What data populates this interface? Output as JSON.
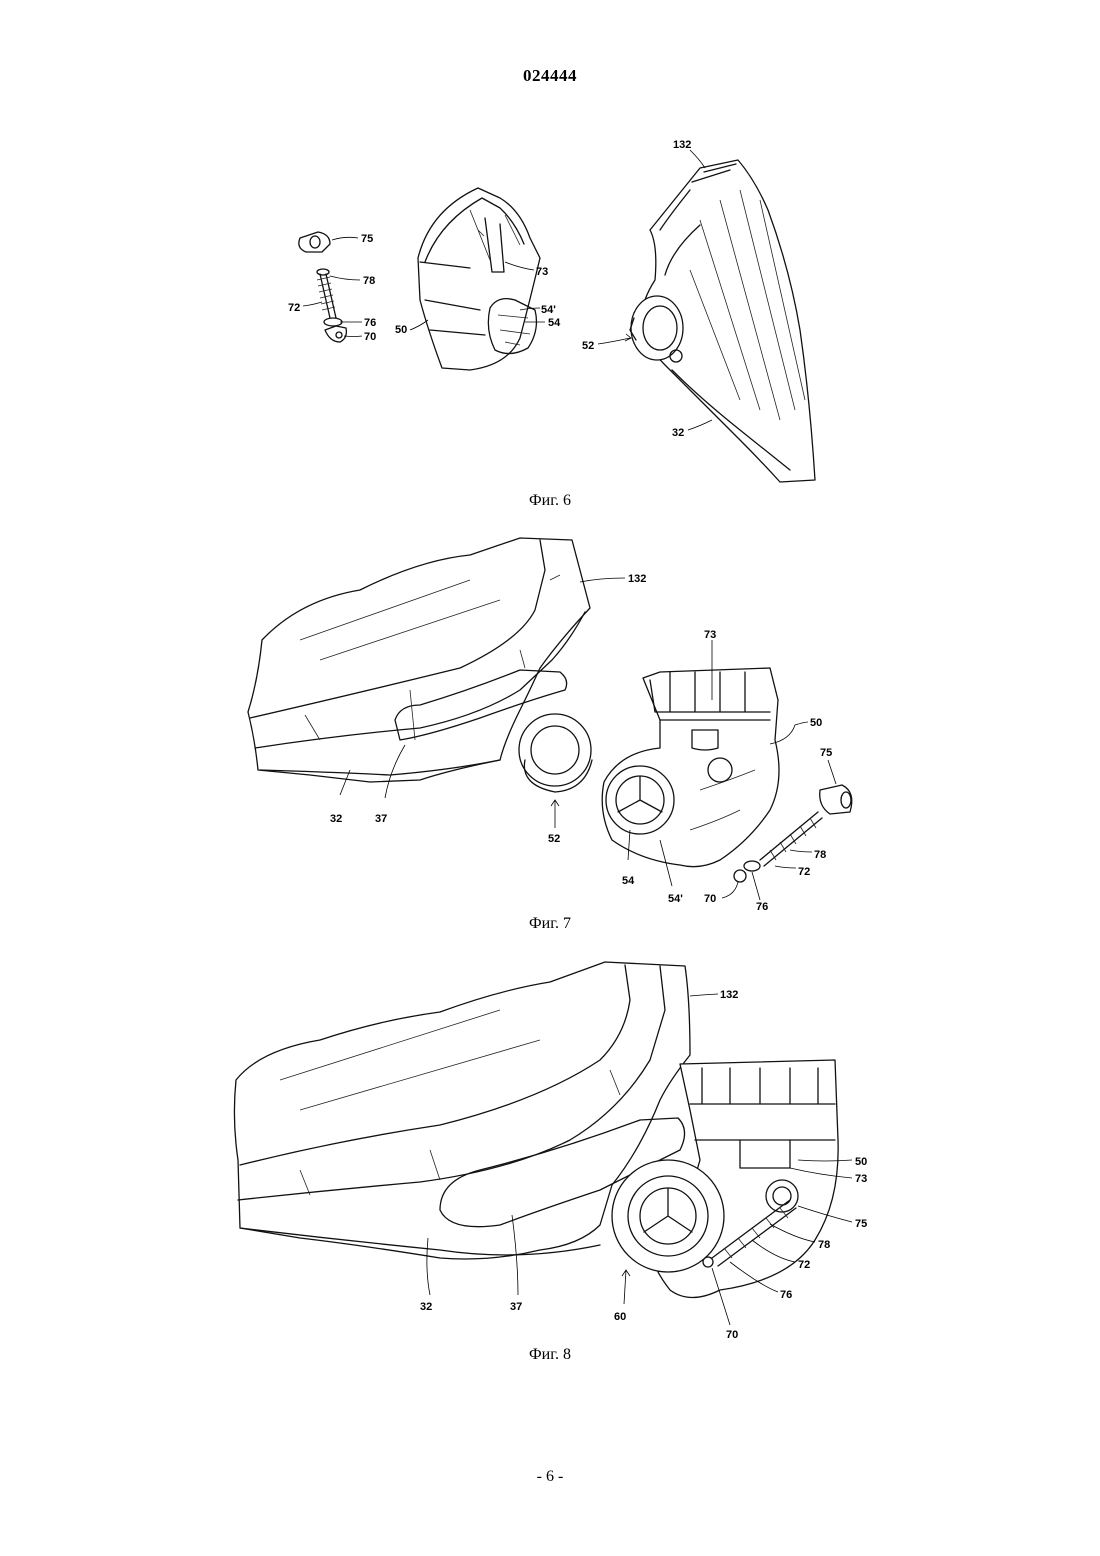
{
  "header": {
    "document_number": "024444"
  },
  "figures": [
    {
      "caption": "Фиг. 6",
      "labels": {
        "l132": "132",
        "l75": "75",
        "l78": "78",
        "l72": "72",
        "l76": "76",
        "l70": "70",
        "l73": "73",
        "l54p": "54'",
        "l54": "54",
        "l50": "50",
        "l52": "52",
        "l32": "32"
      }
    },
    {
      "caption": "Фиг. 7",
      "labels": {
        "l132": "132",
        "l73": "73",
        "l50": "50",
        "l75": "75",
        "l32": "32",
        "l37": "37",
        "l52": "52",
        "l54": "54",
        "l54p": "54'",
        "l78": "78",
        "l72": "72",
        "l70": "70",
        "l76": "76"
      }
    },
    {
      "caption": "Фиг. 8",
      "labels": {
        "l132": "132",
        "l50": "50",
        "l73": "73",
        "l75": "75",
        "l78": "78",
        "l72": "72",
        "l76": "76",
        "l32": "32",
        "l37": "37",
        "l60": "60",
        "l70": "70"
      }
    }
  ],
  "footer": {
    "page_number": "- 6 -"
  }
}
